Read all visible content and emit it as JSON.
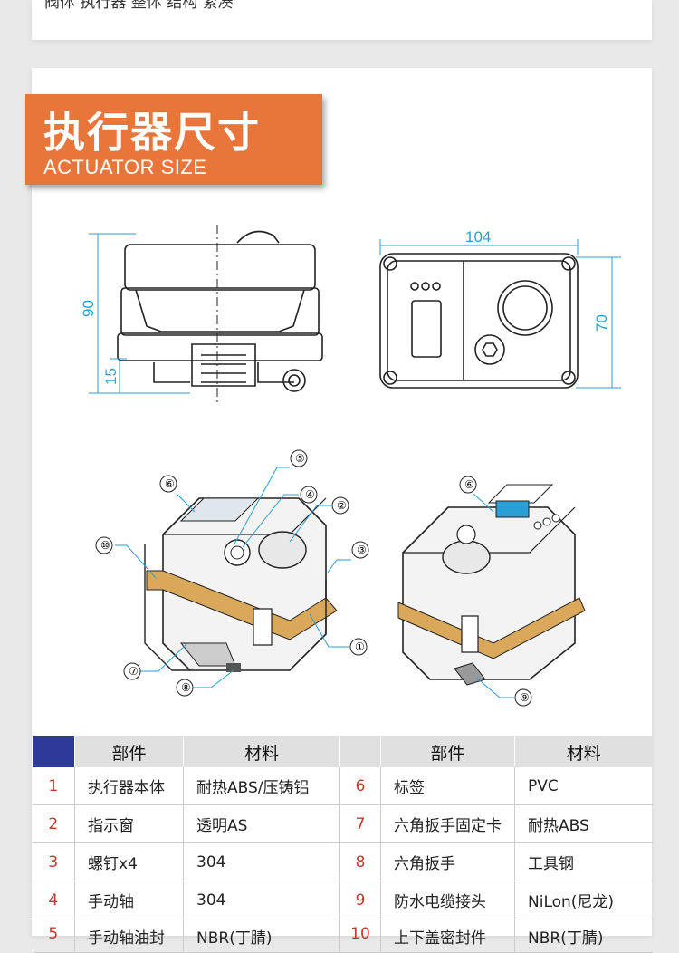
{
  "banner": {
    "title_cn": "执行器尺寸",
    "title_en": "ACTUATOR SIZE"
  },
  "top_text": "阀体 执行器 整体 结构 紧凑",
  "dimensions": {
    "height_total": "90",
    "height_base": "15",
    "width": "104",
    "depth": "70"
  },
  "callouts": [
    "①",
    "②",
    "③",
    "④",
    "⑤",
    "⑥",
    "⑦",
    "⑧",
    "⑨",
    "⑩"
  ],
  "colors": {
    "accent_orange": "#e8763a",
    "header_blue": "#2e3a9a",
    "dimension_blue": "#2a9fd6",
    "number_red": "#c0392b",
    "band_tan": "#d9a85a"
  },
  "table": {
    "headers": [
      "",
      "部件",
      "材料",
      "",
      "部件",
      "材料"
    ],
    "rows": [
      [
        "1",
        "执行器本体",
        "耐热ABS/压铸铝",
        "6",
        "标签",
        "PVC"
      ],
      [
        "2",
        "指示窗",
        "透明AS",
        "7",
        "六角扳手固定卡",
        "耐热ABS"
      ],
      [
        "3",
        "螺钉x4",
        "304",
        "8",
        "六角扳手",
        "工具钢"
      ],
      [
        "4",
        "手动轴",
        "304",
        "9",
        "防水电缆接头",
        "NiLon(尼龙)"
      ],
      [
        "5",
        "手动轴油封",
        "NBR(丁腈)",
        "10",
        "上下盖密封件",
        "NBR(丁腈)"
      ]
    ]
  }
}
